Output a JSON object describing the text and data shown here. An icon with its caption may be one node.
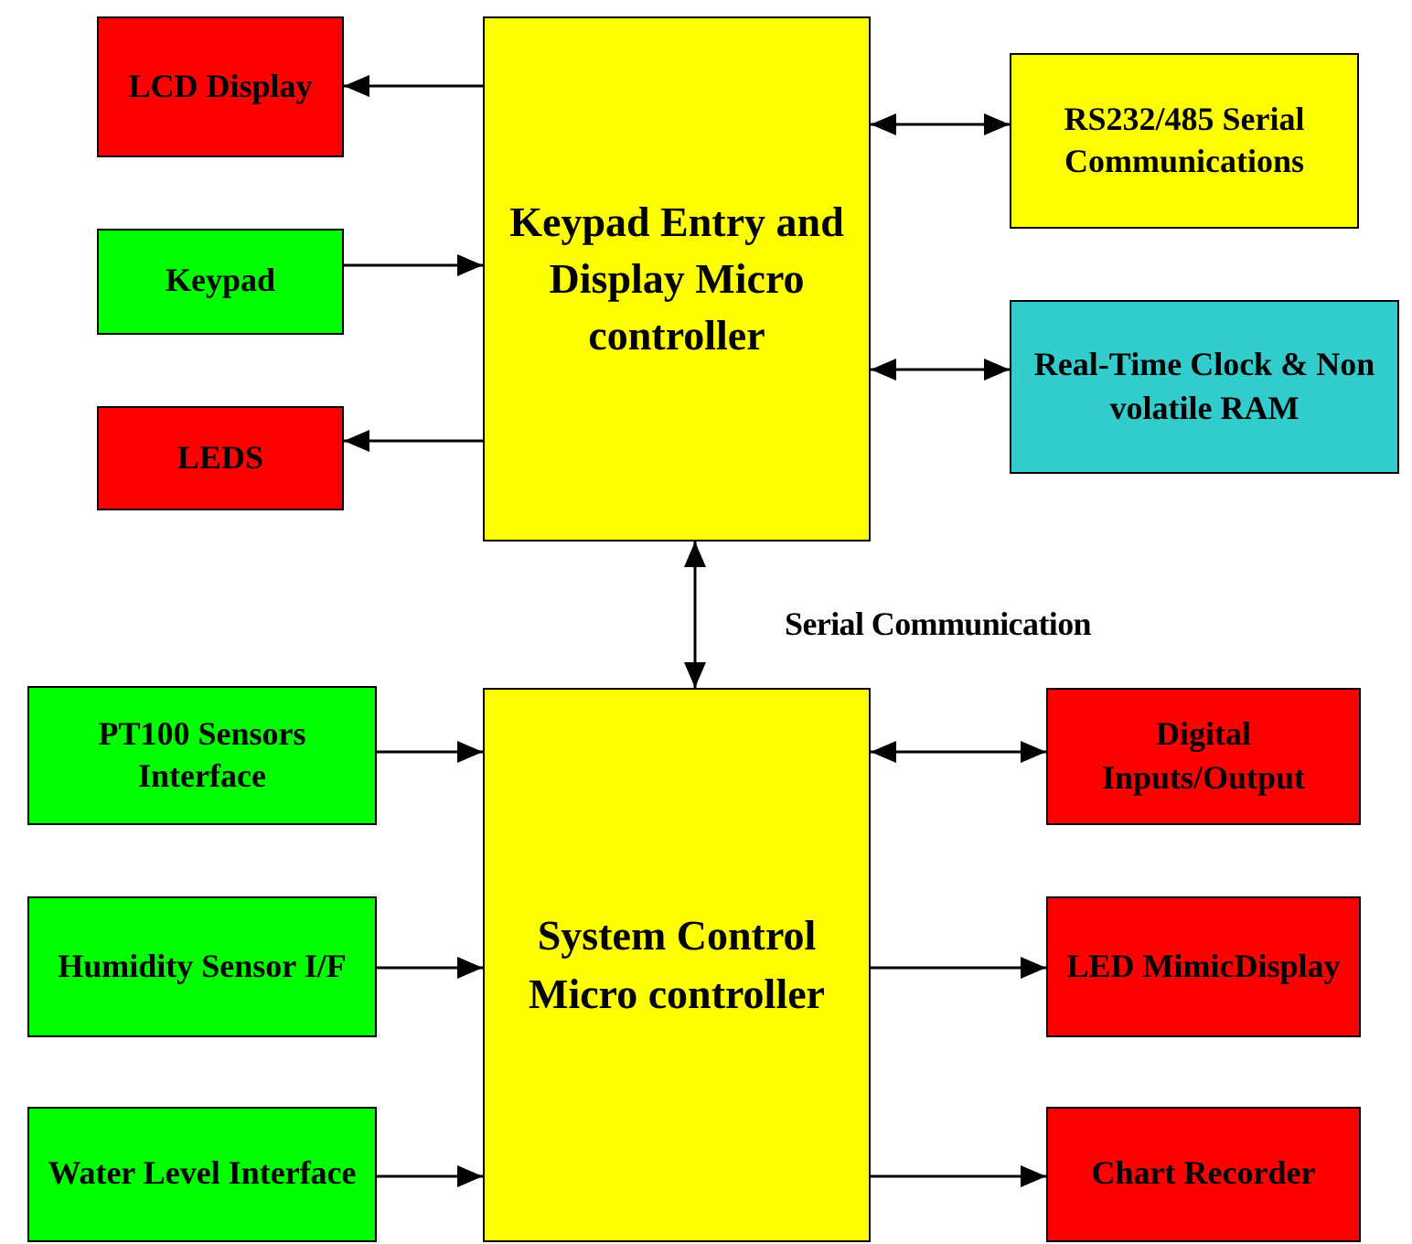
{
  "diagram": {
    "nodes": [
      {
        "text": [
          "Keypad Entry and Display Micro controller"
        ]
      },
      {
        "text": [
          "LCD Display"
        ]
      },
      {
        "text": [
          "Keypad"
        ]
      },
      {
        "text": [
          "LEDS"
        ]
      },
      {
        "text": [
          "RS232/485 Serial Communications"
        ]
      },
      {
        "text": [
          "Real-Time Clock & Non volatile RAM"
        ]
      },
      {
        "text": [
          "System Control Micro controller"
        ]
      },
      {
        "text": [
          "PT100 Sensors Interface"
        ]
      },
      {
        "text": [
          "Humidity Sensor I/F"
        ]
      },
      {
        "text": [
          "Water Level Interface"
        ]
      },
      {
        "text": [
          "Digital Inputs/Output"
        ]
      },
      {
        "text": [
          "LED MimicDisplay"
        ]
      },
      {
        "text": [
          "Chart Recorder"
        ]
      }
    ],
    "edges": [
      {
        "from": 0,
        "to": 1,
        "arrow": "to"
      },
      {
        "from": 2,
        "to": 0,
        "arrow": "to"
      },
      {
        "from": 0,
        "to": 3,
        "arrow": "to"
      },
      {
        "from": 0,
        "to": 4,
        "arrow": "both"
      },
      {
        "from": 0,
        "to": 5,
        "arrow": "both"
      },
      {
        "from": 0,
        "to": 6,
        "arrow": "both",
        "label": "Serial Communication"
      },
      {
        "from": 7,
        "to": 6,
        "arrow": "to"
      },
      {
        "from": 8,
        "to": 6,
        "arrow": "to"
      },
      {
        "from": 9,
        "to": 6,
        "arrow": "to"
      },
      {
        "from": 6,
        "to": 10,
        "arrow": "both"
      },
      {
        "from": 6,
        "to": 11,
        "arrow": "to"
      },
      {
        "from": 6,
        "to": 12,
        "arrow": "to"
      }
    ]
  }
}
